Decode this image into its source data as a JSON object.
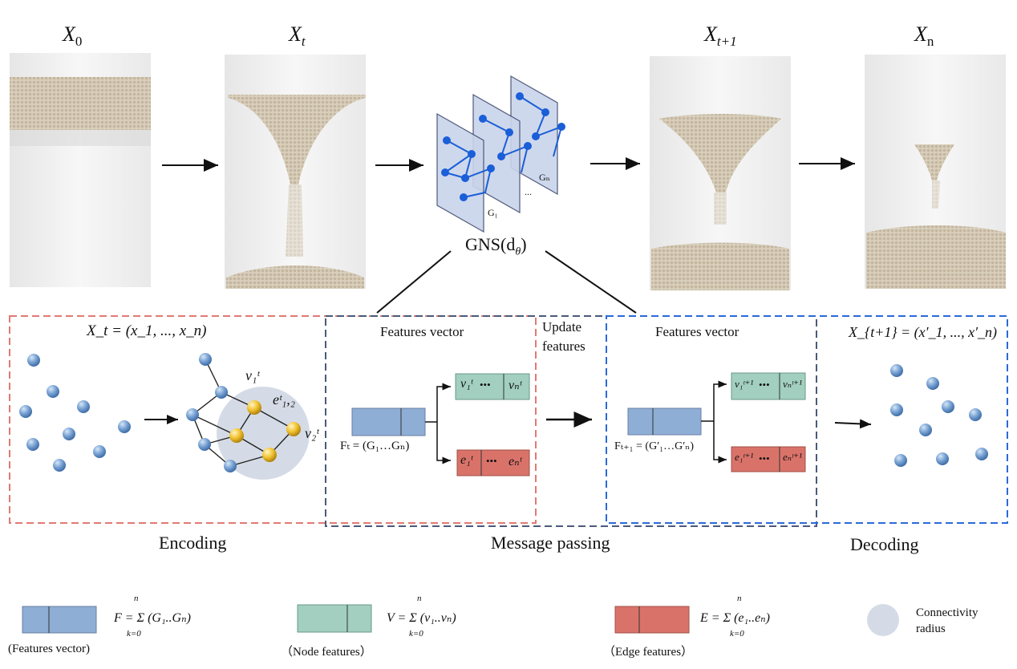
{
  "stages": {
    "x0": {
      "symbol": "X",
      "sub": "0"
    },
    "xt": {
      "symbol": "X",
      "sub": "t"
    },
    "xt1": {
      "symbol": "X",
      "sub": "t+1"
    },
    "xn": {
      "symbol": "X",
      "sub": "n"
    }
  },
  "gns": {
    "label": "GNS(d",
    "label_sub": "θ",
    "label_close": ")",
    "g1": "G₁",
    "gn": "Gₙ",
    "dots": "..."
  },
  "encoding": {
    "formula": "X_t = (x_1, ..., x_n)",
    "v1": "v₁ᵗ",
    "e12": "eᵗ₁,₂",
    "v2": "v₂ᵗ",
    "label": "Encoding"
  },
  "message_passing": {
    "features_title_left": "Features vector",
    "features_title_right": "Features vector",
    "update_line1": "Update",
    "update_line2": "features",
    "node_box_left": [
      "v₁ᵗ",
      "•••",
      "vₙᵗ"
    ],
    "edge_box_left": [
      "e₁ᵗ",
      "•••",
      "eₙᵗ"
    ],
    "ft_label": "Fₜ = (G₁…Gₙ)",
    "node_box_right": [
      "v₁ᵗ⁺¹",
      "•••",
      "vₙᵗ⁺¹"
    ],
    "edge_box_right": [
      "e₁ᵗ⁺¹",
      "•••",
      "eₙᵗ⁺¹"
    ],
    "ft1_label": "Fₜ₊₁ = (G′₁…G′ₙ)",
    "label": "Message passing"
  },
  "decoding": {
    "formula": "X_{t+1} = (x′_1, ..., x′_n)",
    "label": "Decoding"
  },
  "legend": {
    "features": {
      "formula": "F = Σ (G₁..Gₙ)",
      "caption": "(Features vector)",
      "color": "#8eaed6"
    },
    "node": {
      "formula": "V = Σ (v₁..vₙ)",
      "caption": "（Node features）",
      "color": "#a2cfbf"
    },
    "edge": {
      "formula": "E = Σ (e₁..eₙ)",
      "caption": "（Edge features）",
      "color": "#d9736a"
    },
    "sum_top": "n",
    "sum_bottom": "k=0",
    "radius_line1": "Connectivity",
    "radius_line2": "radius",
    "radius_color": "#d5dbe6"
  },
  "colors": {
    "encoding_border": "#e07a72",
    "mp_border": "#4a5a7a",
    "decoding_border": "#2a6ad8",
    "node_blue": "#5b8ec8",
    "graph_blue": "#1a5ed8",
    "node_gold": "#f2c230"
  }
}
